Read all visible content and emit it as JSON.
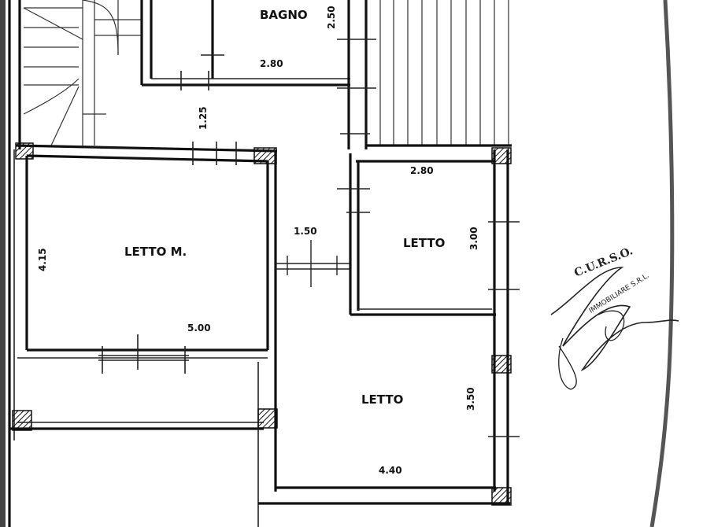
{
  "rooms": {
    "bagno": "BAGNO",
    "letto_m": "LETTO M.",
    "letto_1": "LETTO",
    "letto_2": "LETTO"
  },
  "dimensions": {
    "bagno_width": "2.80",
    "bagno_height": "2.50",
    "corridor_width": "1.25",
    "passage_width": "1.50",
    "letto_m_width": "5.00",
    "letto_m_height": "4.15",
    "letto_1_width": "2.80",
    "letto_1_height": "3.00",
    "letto_2_width": "4.40",
    "letto_2_height": "3.50"
  },
  "stamp": {
    "line1": "C.U.R.S.O.",
    "line2": "IMMOBILIARE S.R.L."
  }
}
